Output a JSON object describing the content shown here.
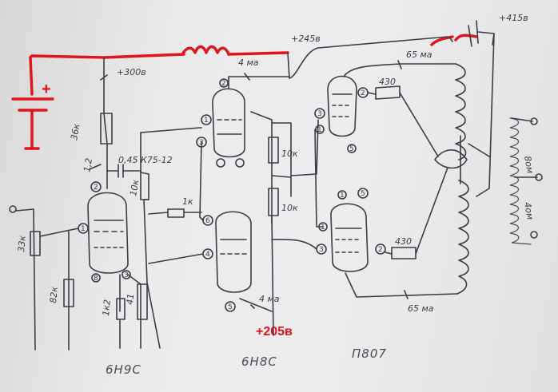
{
  "supply": {
    "plus_sign": "+",
    "v300": "+300в",
    "v245": "+245в",
    "v415": "+415в",
    "v205": "+205в"
  },
  "components": {
    "r_36k": "36к",
    "r_33k": "33к",
    "r_82k": "82к",
    "r_1k2": "1к2",
    "c_41": "41",
    "c_045": "0,45",
    "c_k75": "К75-12",
    "r_top_small": "1,2",
    "r_10k_a": "10к",
    "r_1k": "1к",
    "r_10k_b": "10к",
    "r_10k_c": "10к",
    "r_430_top": "430",
    "r_430_bot": "430",
    "ma_4_top": "4 ма",
    "ma_4_bot": "4 ма",
    "ma_65_top": "65 ма",
    "ma_65_bot": "65 ма",
    "out_8": "8ом",
    "out_4": "4ом"
  },
  "tubes": {
    "t1": "6Н9С",
    "t2": "6Н8С",
    "t3": "П807"
  },
  "pins": [
    "1",
    "2",
    "3",
    "5",
    "6",
    "8",
    "4",
    "1",
    "2",
    "3",
    "5",
    "6",
    "4",
    "1",
    "2",
    "3",
    "5",
    "1",
    "2",
    "3",
    "5"
  ]
}
